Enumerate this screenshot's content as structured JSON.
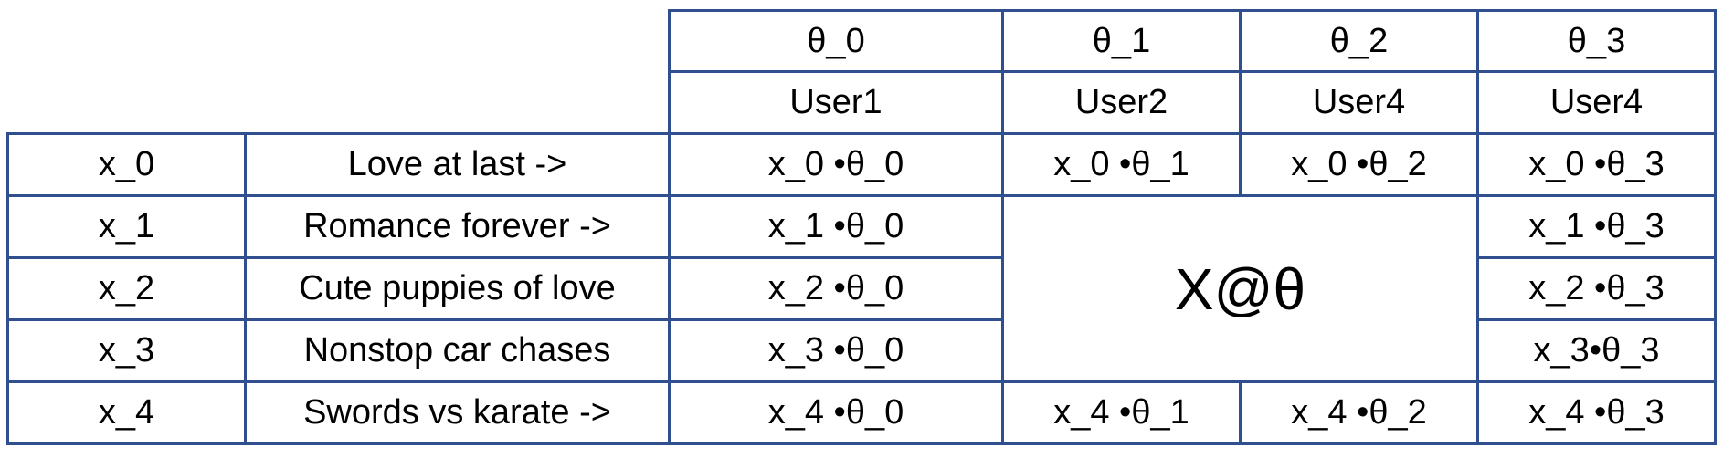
{
  "theme": {
    "border_color": "#2f4f8f",
    "background": "#ffffff",
    "text_color": "#000000"
  },
  "table": {
    "theta_headers": [
      "θ_0",
      "θ_1",
      "θ_2",
      "θ_3"
    ],
    "users": [
      "User1",
      "User2",
      "User4",
      "User4"
    ],
    "rows": [
      {
        "x": "x_0",
        "movie": "Love at last ->"
      },
      {
        "x": "x_1",
        "movie": "Romance forever ->"
      },
      {
        "x": "x_2",
        "movie": "Cute puppies of love"
      },
      {
        "x": "x_3",
        "movie": "Nonstop car chases"
      },
      {
        "x": "x_4",
        "movie": "Swords vs karate ->"
      }
    ],
    "products": [
      [
        "x_0 •θ_0",
        "x_0 •θ_1",
        "x_0 •θ_2",
        "x_0 •θ_3"
      ],
      [
        "x_1 •θ_0",
        null,
        null,
        "x_1 •θ_3"
      ],
      [
        "x_2 •θ_0",
        null,
        null,
        "x_2 •θ_3"
      ],
      [
        "x_3 •θ_0",
        null,
        null,
        "x_3•θ_3"
      ],
      [
        "x_4 •θ_0",
        "x_4 •θ_1",
        "x_4 •θ_2",
        "x_4 •θ_3"
      ]
    ],
    "merged_label": "X@θ"
  }
}
